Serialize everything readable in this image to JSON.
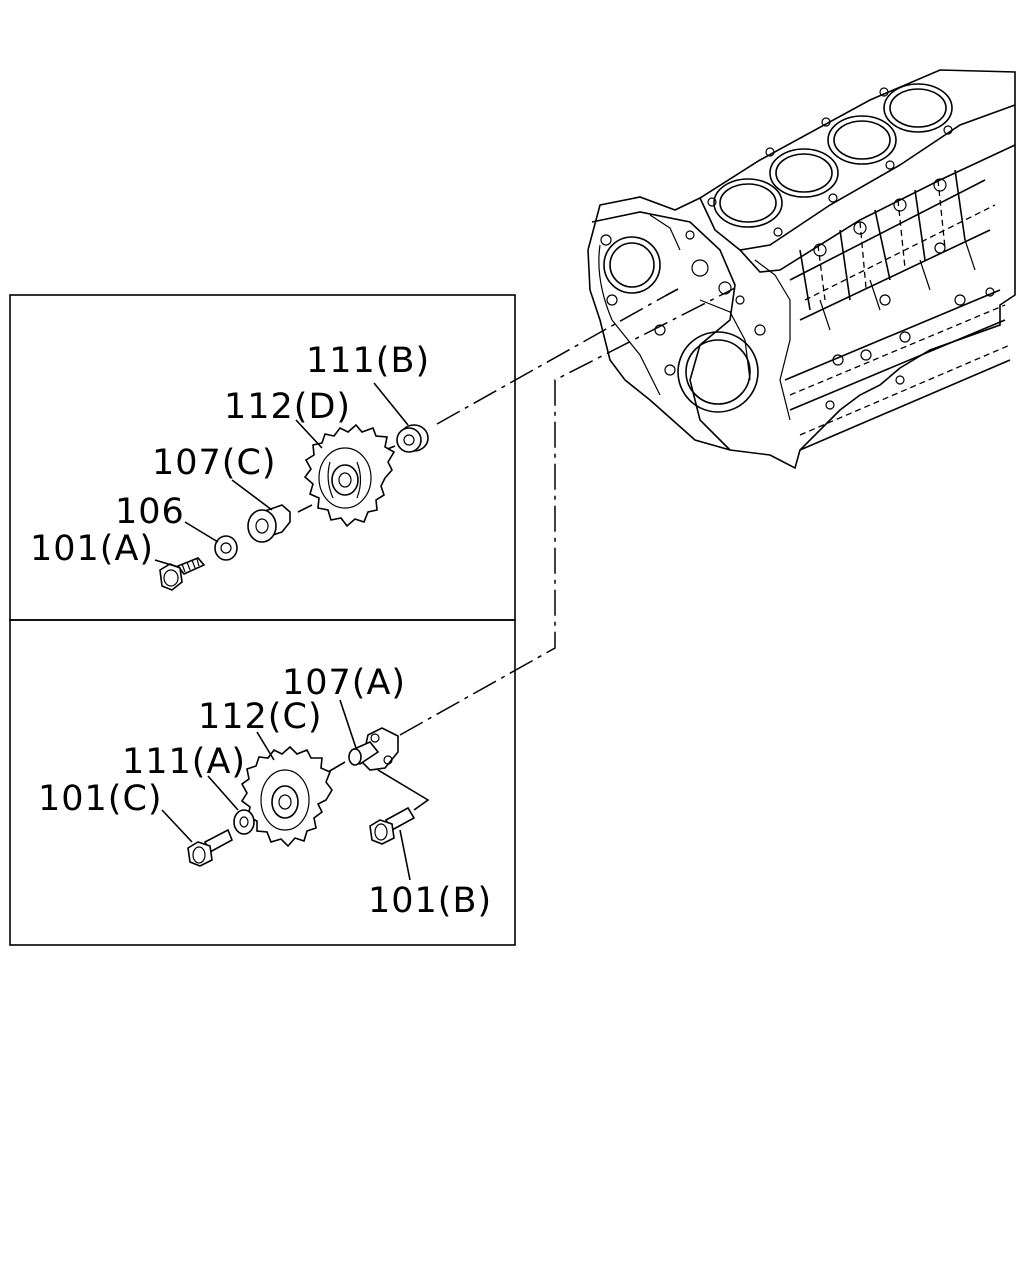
{
  "labels": {
    "top_box": {
      "l111b": "111(B)",
      "l112d": "112(D)",
      "l107c": "107(C)",
      "l106": "106",
      "l101a": "101(A)"
    },
    "bottom_box": {
      "l107a": "107(A)",
      "l112c": "112(C)",
      "l111a": "111(A)",
      "l101c": "101(C)",
      "l101b": "101(B)"
    }
  },
  "colors": {
    "line": "#000000",
    "background": "#ffffff"
  }
}
